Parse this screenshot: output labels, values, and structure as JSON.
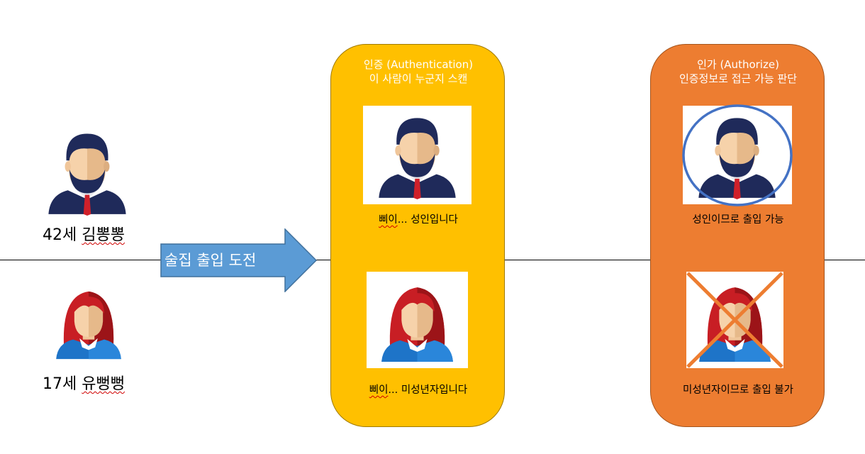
{
  "people": {
    "man": {
      "age": "42세",
      "name": "김뽕뽕"
    },
    "woman": {
      "age": "17세",
      "name": "유뻥뻥"
    }
  },
  "arrow": {
    "label": "술집 출입 도전"
  },
  "authentication": {
    "title_line1": "인증 (Authentication)",
    "title_line2": "이 사람이 누군지 스캔",
    "man_caption_prefix": "삐이",
    "man_caption_rest": "... 성인입니다",
    "woman_caption_prefix": "삐이",
    "woman_caption_rest": "... 미성년자입니다"
  },
  "authorization": {
    "title_line1": "인가 (Authorize)",
    "title_line2": "인증정보로 접근 가능 판단",
    "man_caption": "성인이므로 출입 가능",
    "woman_caption": "미성년자이므로 출입 불가"
  },
  "colors": {
    "auth_panel": "#ffc000",
    "authz_panel": "#ed7d31",
    "arrow": "#5b9bd5",
    "circle": "#4472c4",
    "cross": "#ed7d31"
  }
}
